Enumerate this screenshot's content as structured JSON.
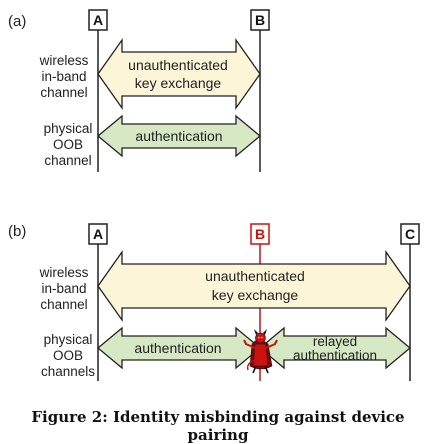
{
  "panel_a": {
    "label": "(a)",
    "node_a": "A",
    "node_b": "B",
    "wireless_channel": [
      "wireless",
      "in-band",
      "channel"
    ],
    "exchange_text": [
      "unauthenticated",
      "key exchange"
    ],
    "physical_channel": [
      "physical",
      "OOB",
      "channel"
    ],
    "auth_text": "authentication"
  },
  "panel_b": {
    "label": "(b)",
    "node_a": "A",
    "node_b": "B",
    "node_c": "C",
    "wireless_channel": [
      "wireless",
      "in-band",
      "channel"
    ],
    "exchange_text": [
      "unauthenticated",
      "key exchange"
    ],
    "physical_channel": [
      "physical",
      "OOB",
      "channels"
    ],
    "auth_text": "authentication",
    "relayed_text": [
      "relayed",
      "authentication"
    ]
  },
  "caption": "Figure 2: Identity misbinding against device pairing",
  "colors": {
    "exchange_fill": "#fdf5d8",
    "auth_fill": "#d6e8c4",
    "attacker": "#cc1111",
    "line": "#222222"
  }
}
